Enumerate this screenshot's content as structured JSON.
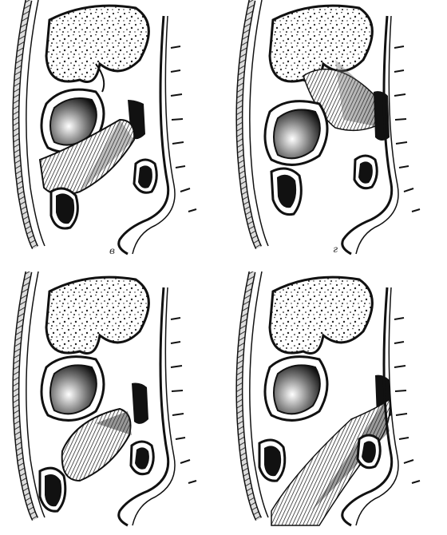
{
  "figure": {
    "panels": [
      {
        "id": "a",
        "label": "в",
        "variant": "a"
      },
      {
        "id": "b",
        "label": "г",
        "variant": "b"
      },
      {
        "id": "c",
        "label": "",
        "variant": "c"
      },
      {
        "id": "d",
        "label": "",
        "variant": "d"
      }
    ],
    "colors": {
      "ink": "#111111",
      "paper": "#ffffff",
      "wall_fill": "#555555"
    }
  }
}
